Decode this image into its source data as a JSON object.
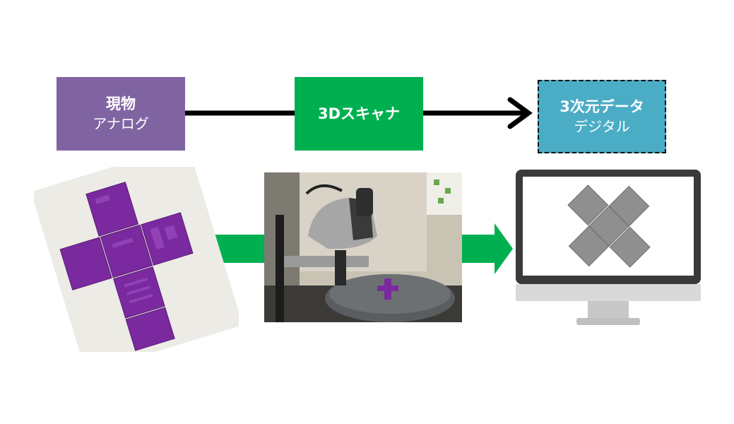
{
  "analog_box": {
    "title": "現物",
    "subtitle": "アナログ",
    "color": "#8064a2"
  },
  "scanner_box": {
    "title": "3Dスキャナ",
    "color": "#00b050"
  },
  "digital_box": {
    "title": "3次元データ",
    "subtitle": "デジタル",
    "color": "#4bacc6"
  },
  "images": {
    "physical_part": "purple-cross-shaped-part-photo",
    "scanner_rig": "3d-scanner-turntable-photo",
    "monitor": "monitor-with-3d-model"
  }
}
